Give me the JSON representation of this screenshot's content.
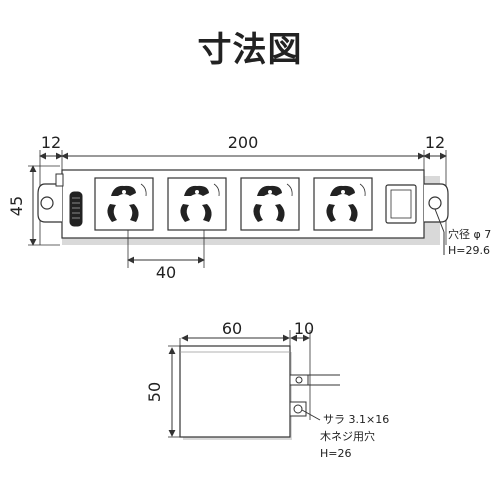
{
  "title": "寸法図",
  "top_view": {
    "dim_left": "12",
    "dim_total": "200",
    "dim_right": "12",
    "dim_height": "45",
    "dim_pitch": "40",
    "hole_note_line1": "穴径 φ 7",
    "hole_note_line2": "H=29.6",
    "outlet_count": 4
  },
  "side_view": {
    "dim_width": "60",
    "dim_tab": "10",
    "dim_height": "50",
    "screw_note_line1": "サラ 3.1×16",
    "screw_note_line2": "木ネジ用穴",
    "screw_note_line3": "H=26"
  },
  "colors": {
    "line": "#333333",
    "body_fill": "#ffffff",
    "shadow": "#d9d9d9",
    "socket_fill": "#222222"
  }
}
